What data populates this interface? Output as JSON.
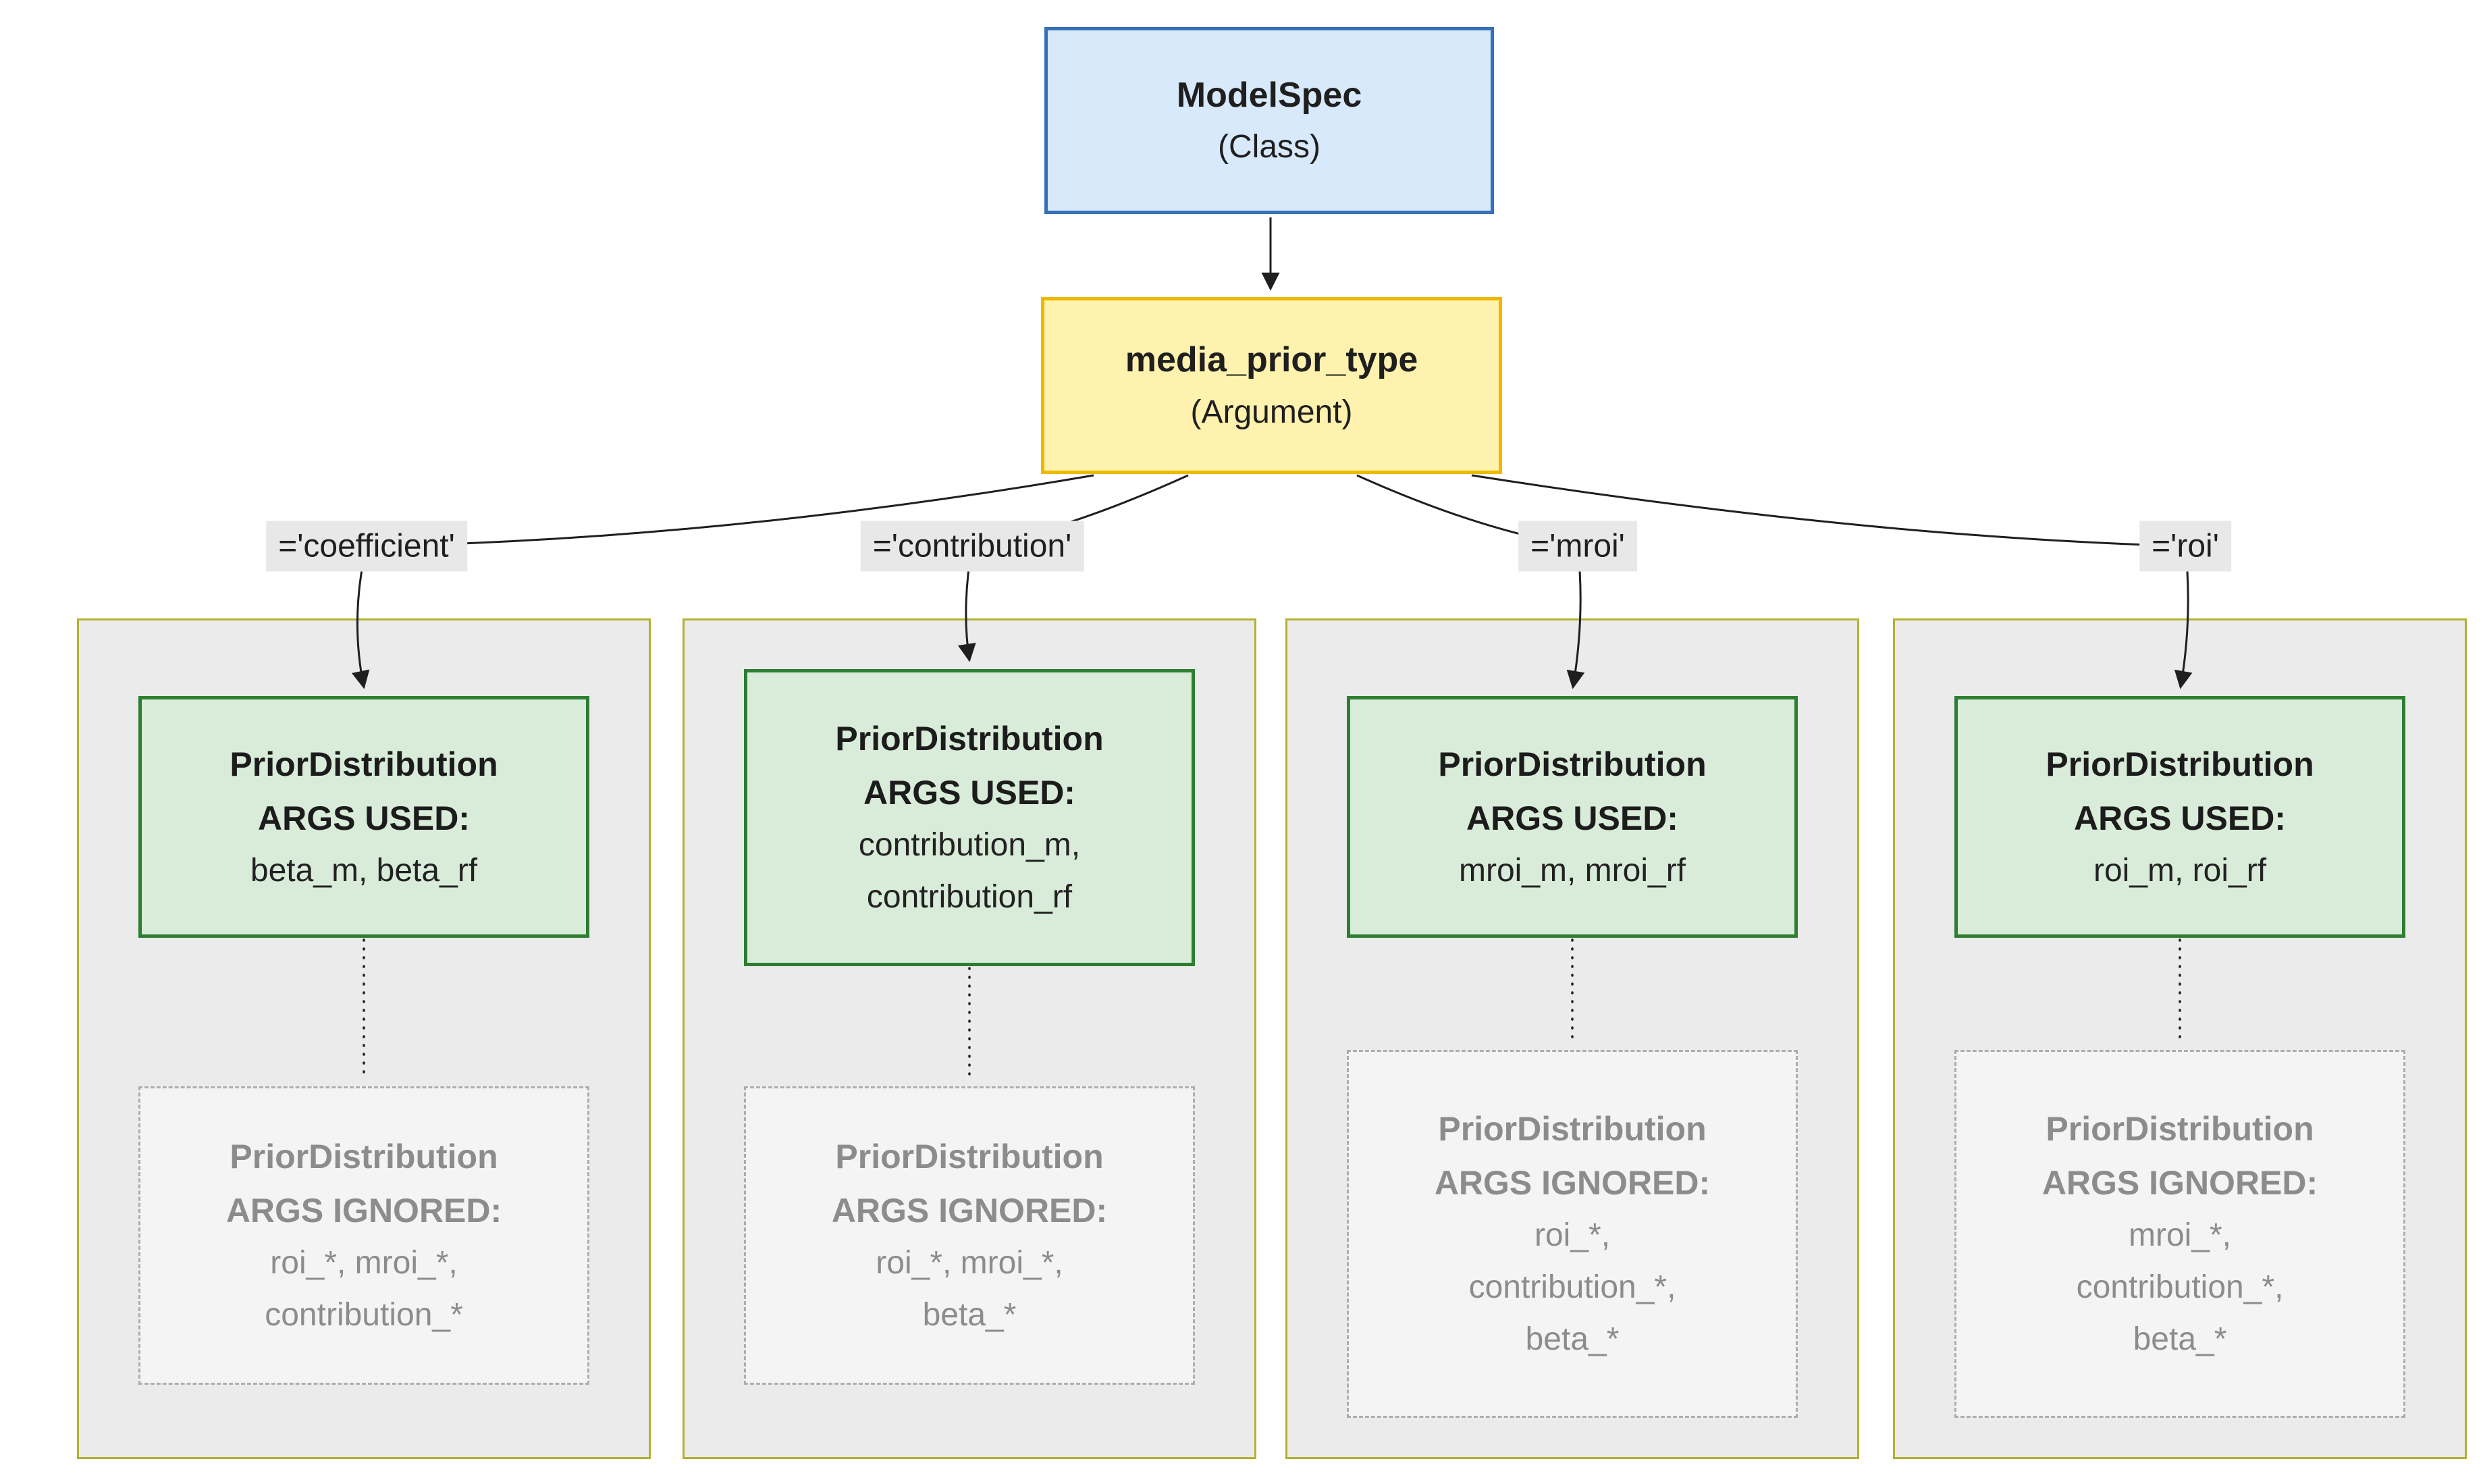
{
  "root": {
    "name": "ModelSpec",
    "kind": "(Class)"
  },
  "argument": {
    "name": "media_prior_type",
    "kind": "(Argument)"
  },
  "branches": [
    {
      "edge_label": "='coefficient'",
      "used_title": "PriorDistribution",
      "used_heading": "ARGS USED:",
      "used_args": "beta_m, beta_rf",
      "ignored_title": "PriorDistribution",
      "ignored_heading": "ARGS IGNORED:",
      "ignored_args": "roi_*, mroi_*,\ncontribution_*"
    },
    {
      "edge_label": "='contribution'",
      "used_title": "PriorDistribution",
      "used_heading": "ARGS USED:",
      "used_args": "contribution_m,\ncontribution_rf",
      "ignored_title": "PriorDistribution",
      "ignored_heading": "ARGS IGNORED:",
      "ignored_args": "roi_*, mroi_*,\nbeta_*"
    },
    {
      "edge_label": "='mroi'",
      "used_title": "PriorDistribution",
      "used_heading": "ARGS USED:",
      "used_args": "mroi_m, mroi_rf",
      "ignored_title": "PriorDistribution",
      "ignored_heading": "ARGS IGNORED:",
      "ignored_args": "roi_*,\ncontribution_*,\nbeta_*"
    },
    {
      "edge_label": "='roi'",
      "used_title": "PriorDistribution",
      "used_heading": "ARGS USED:",
      "used_args": "roi_m, roi_rf",
      "ignored_title": "PriorDistribution",
      "ignored_heading": "ARGS IGNORED:",
      "ignored_args": "mroi_*,\ncontribution_*,\nbeta_*"
    }
  ],
  "colors": {
    "class_fill": "#d8e9fb",
    "class_border": "#3570b8",
    "arg_fill": "#fff2ae",
    "arg_border": "#eeb800",
    "cluster_fill": "#ebebeb",
    "cluster_border": "#b1b232",
    "used_fill": "#d9ecd9",
    "used_border": "#2e7d32",
    "ignored_fill": "#f4f4f4",
    "ignored_border": "#adadad",
    "label_bg": "#e8e8e8",
    "edge_color": "#1f1f1f",
    "muted_text": "#8c8c8c"
  }
}
